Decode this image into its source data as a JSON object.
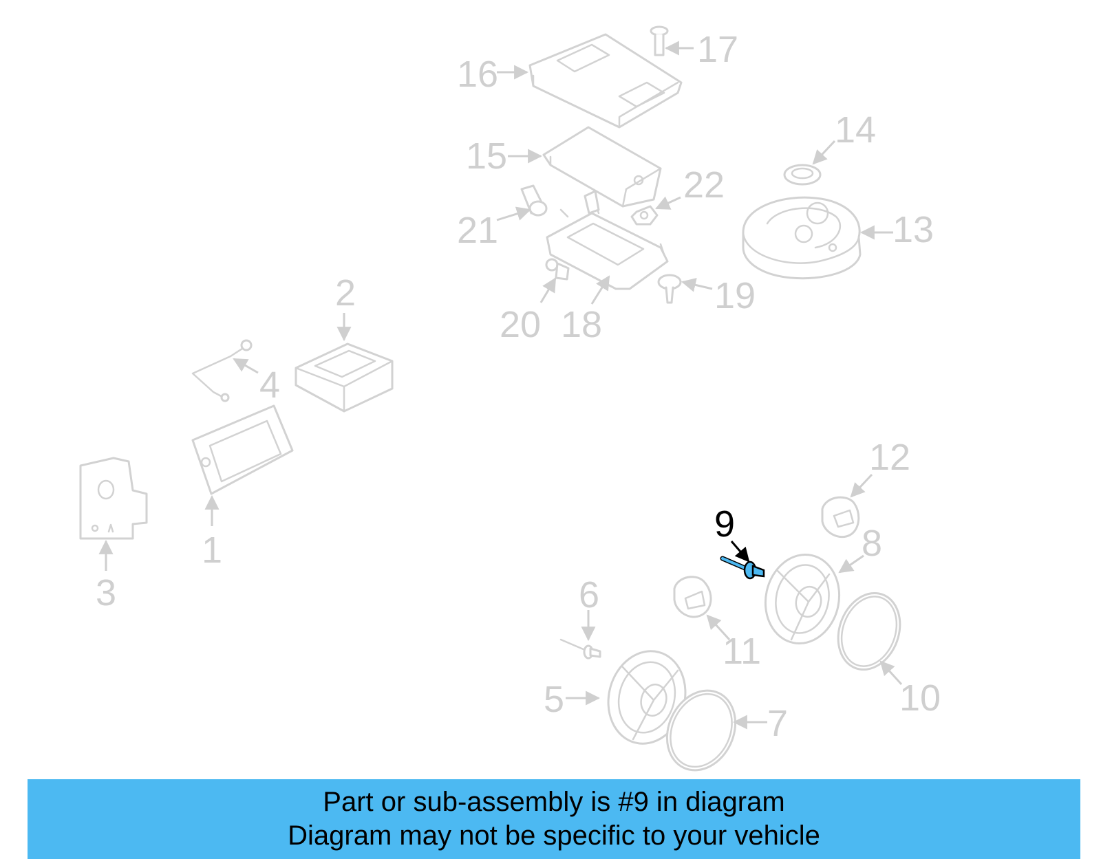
{
  "banner": {
    "line1": "Part or sub-assembly is #9 in diagram",
    "line2": "Diagram may not be specific to your vehicle"
  },
  "highlight_color": "#4cb9f2",
  "part_stroke_color": "#d2d2d2",
  "labels": {
    "p1": "1",
    "p2": "2",
    "p3": "3",
    "p4": "4",
    "p5": "5",
    "p6": "6",
    "p7": "7",
    "p8": "8",
    "p9": "9",
    "p10": "10",
    "p11": "11",
    "p12": "12",
    "p13": "13",
    "p14": "14",
    "p15": "15",
    "p16": "16",
    "p17": "17",
    "p18": "18",
    "p19": "19",
    "p20": "20",
    "p21": "21",
    "p22": "22"
  }
}
